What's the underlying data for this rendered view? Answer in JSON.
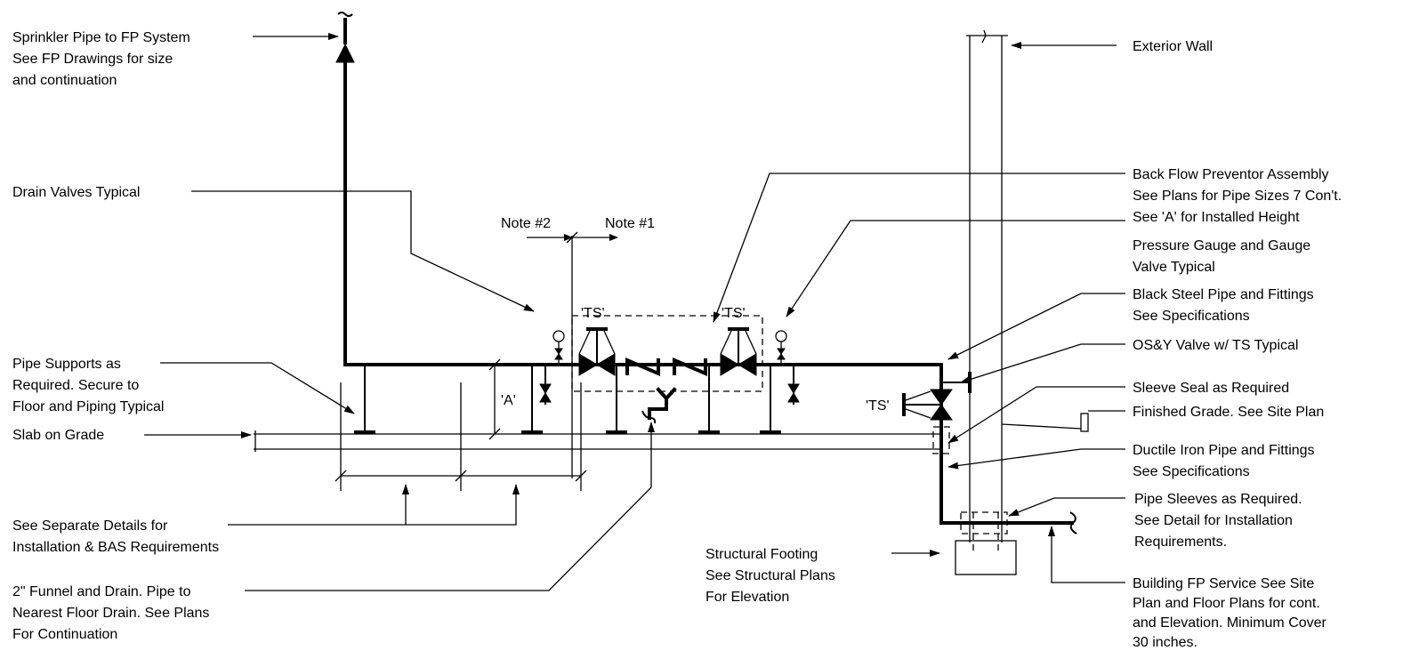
{
  "labels": {
    "sprinkler": [
      "Sprinkler Pipe to FP System",
      "See FP Drawings for size",
      "and continuation"
    ],
    "drain_valves": [
      "Drain Valves Typical"
    ],
    "pipe_supports": [
      "Pipe Supports as",
      "Required. Secure to",
      "Floor and Piping Typical"
    ],
    "slab": [
      "Slab on Grade"
    ],
    "separate_details": [
      "See Separate Details for",
      "Installation & BAS Requirements"
    ],
    "funnel": [
      "2\" Funnel and Drain. Pipe to",
      "Nearest Floor Drain. See Plans",
      "For Continuation"
    ],
    "note2": "Note #2",
    "note1": "Note #1",
    "ts_left": "'TS'",
    "ts_mid": "'TS'",
    "ts_valve": "'TS'",
    "dim_a": "'A'",
    "structural": [
      "Structural Footing",
      "See Structural Plans",
      "For Elevation"
    ],
    "exterior_wall": [
      "Exterior Wall"
    ],
    "backflow": [
      "Back Flow Preventor Assembly",
      "See Plans for Pipe Sizes 7 Con't.",
      "See 'A' for Installed Height"
    ],
    "gauge": [
      "Pressure Gauge and Gauge",
      "Valve Typical"
    ],
    "black_steel": [
      "Black Steel Pipe and Fittings",
      "See Specifications"
    ],
    "osy": [
      "OS&Y Valve w/ TS Typical"
    ],
    "sleeve_seal": [
      "Sleeve Seal as Required"
    ],
    "finished_grade": [
      "Finished Grade. See Site Plan"
    ],
    "ductile": [
      "Ductile Iron Pipe and Fittings",
      "See Specifications"
    ],
    "sleeves": [
      "Pipe Sleeves as Required.",
      "See Detail for Installation",
      "Requirements."
    ],
    "service": [
      "Building FP Service See Site",
      "Plan and Floor Plans for cont.",
      "and Elevation. Minimum Cover",
      "30 inches."
    ]
  }
}
